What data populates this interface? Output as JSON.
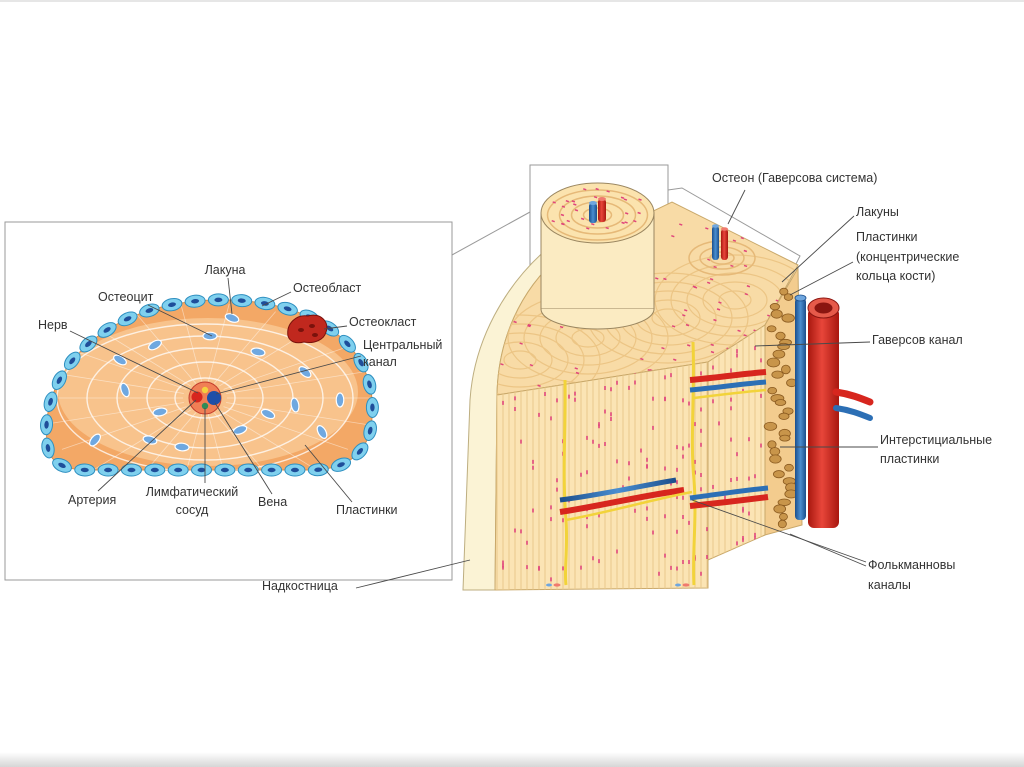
{
  "inset": {
    "lacuna": "Лакуна",
    "osteoblast": "Остеобласт",
    "osteocyte": "Остеоцит",
    "nerve": "Нерв",
    "osteoclast": "Остеокласт",
    "central_canal": [
      "Центральный",
      "канал"
    ],
    "artery": "Артерия",
    "lymphatic_vessel": [
      "Лимфатический",
      "сосуд"
    ],
    "vein": "Вена",
    "lamellae": "Пластинки"
  },
  "block": {
    "osteon": "Остеон (Гаверсова система)",
    "lacunae": "Лакуны",
    "lamellae": [
      "Пластинки",
      "(концентрические",
      "кольца кости)"
    ],
    "haversian_canal": "Гаверсов канал",
    "interstitial_lamellae": [
      "Интерстициальные",
      "пластинки"
    ],
    "volkmann_canals": [
      "Фолькманновы",
      "каналы"
    ],
    "periosteum": "Надкостница"
  },
  "colors": {
    "artery": "#D7261E",
    "vein": "#2C6FB5",
    "nerve": "#F2D33A",
    "bone": "#F3A866",
    "bone_light": "#F8C38C",
    "periosteum_cell": "#7FD0EE",
    "osteocyte": "#6FA8E0",
    "osteoclast": "#C0281E",
    "lamella_dash": "#E0457B",
    "lacuna": "#C8954A"
  }
}
